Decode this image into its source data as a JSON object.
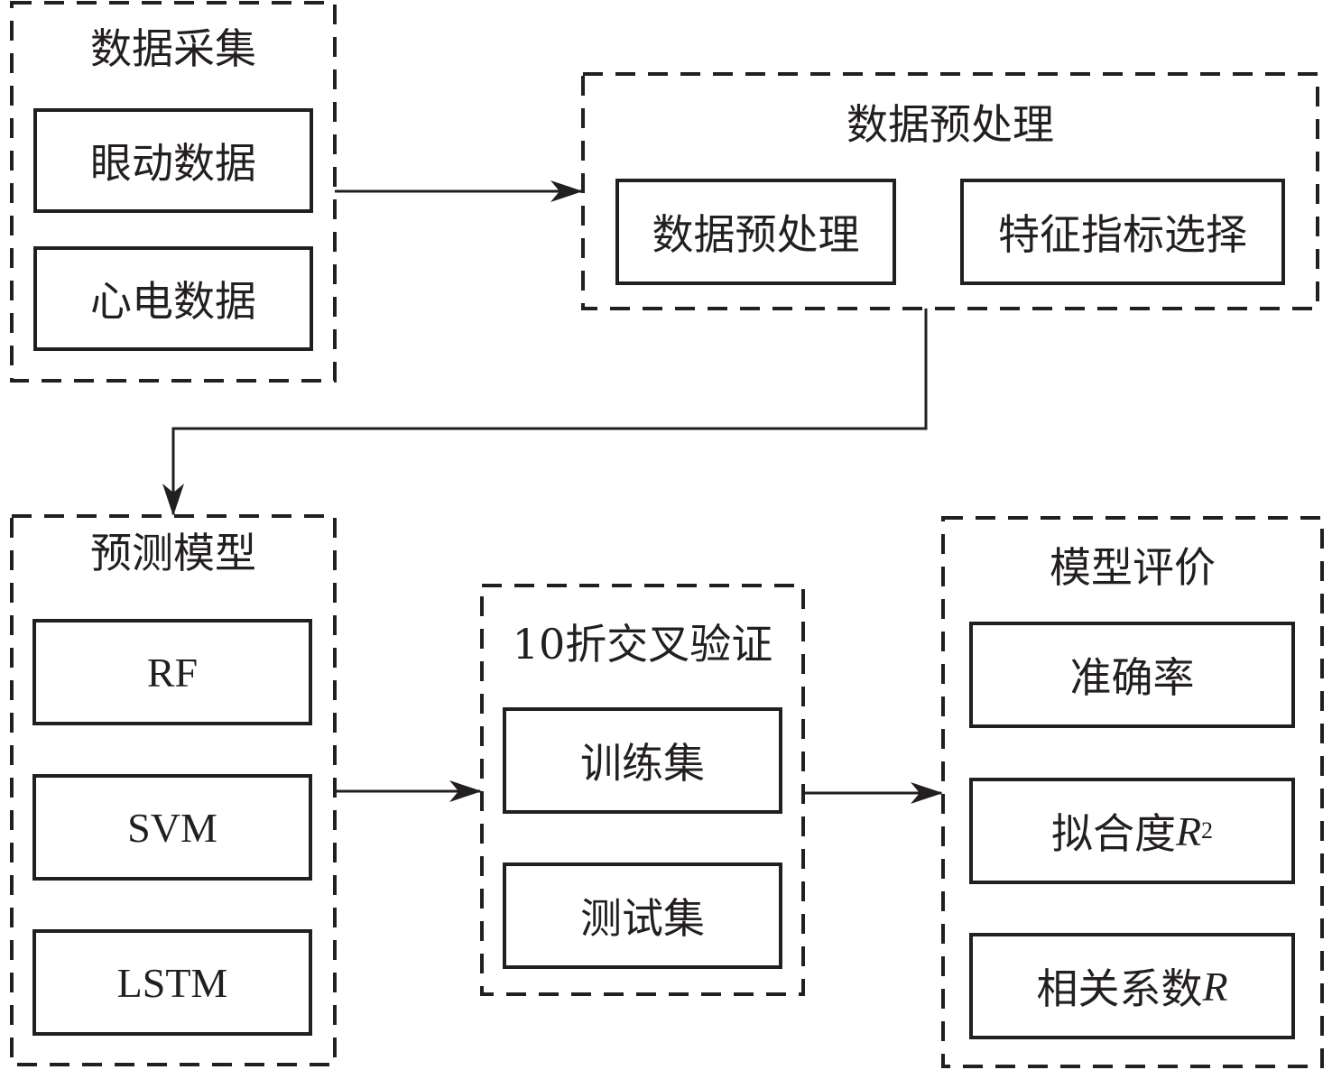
{
  "colors": {
    "stroke": "#231f20",
    "background": "#ffffff"
  },
  "groups": {
    "data_collection": {
      "title": "数据采集",
      "items": [
        "眼动数据",
        "心电数据"
      ]
    },
    "data_preprocessing": {
      "title": "数据预处理",
      "items": [
        "数据预处理",
        "特征指标选择"
      ]
    },
    "prediction_models": {
      "title": "预测模型",
      "items": [
        "RF",
        "SVM",
        "LSTM"
      ]
    },
    "cross_validation": {
      "title": "10折交叉验证",
      "items": [
        "训练集",
        "测试集"
      ]
    },
    "model_evaluation": {
      "title": "模型评价",
      "items": [
        {
          "text": "准确率",
          "var": "",
          "sup": ""
        },
        {
          "text": "拟合度",
          "var": "R",
          "sup": "2"
        },
        {
          "text": "相关系数",
          "var": "R",
          "sup": ""
        }
      ]
    }
  },
  "edges": [
    {
      "from": "data_collection",
      "to": "data_preprocessing"
    },
    {
      "from": "data_preprocessing",
      "to": "prediction_models"
    },
    {
      "from": "prediction_models",
      "to": "cross_validation"
    },
    {
      "from": "cross_validation",
      "to": "model_evaluation"
    }
  ]
}
